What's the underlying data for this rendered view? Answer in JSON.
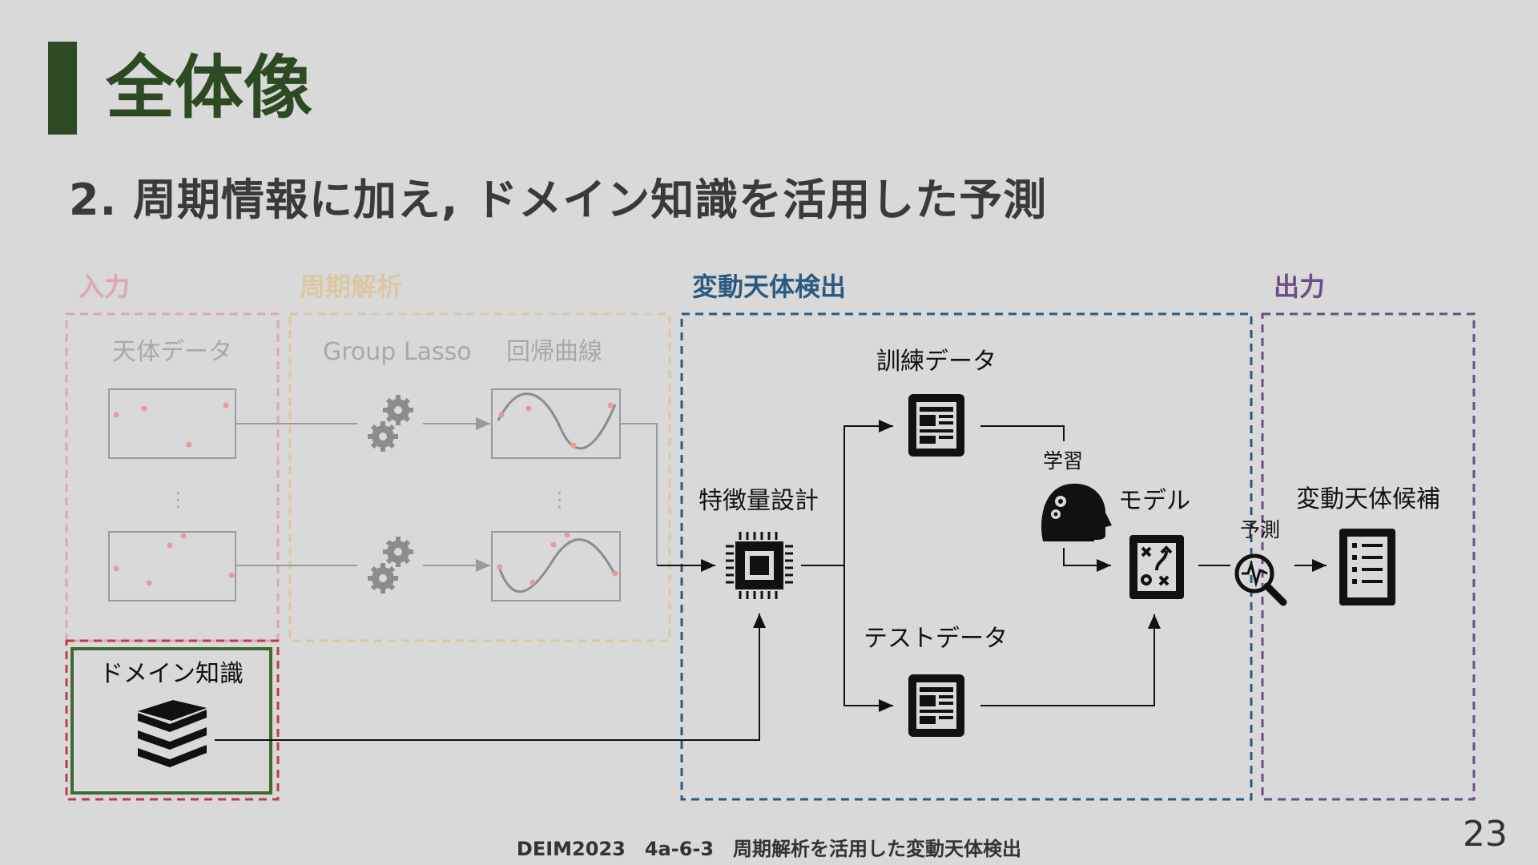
{
  "title": "全体像",
  "subtitle": "2. 周期情報に加え, ドメイン知識を活用した予測",
  "sections": {
    "input": "入力",
    "periodic": "周期解析",
    "detection": "変動天体検出",
    "output": "出力"
  },
  "labels": {
    "celestial_data": "天体データ",
    "group_lasso": "Group Lasso",
    "regression_curve": "回帰曲線",
    "vertical_ellipsis_1": "⋮",
    "vertical_ellipsis_2": "⋮",
    "domain_knowledge": "ドメイン知識",
    "feature_design": "特徴量設計",
    "train_data": "訓練データ",
    "test_data": "テストデータ",
    "learning": "学習",
    "model": "モデル",
    "prediction": "予測",
    "candidates": "変動天体候補"
  },
  "colors": {
    "title_green": "#2d4a23",
    "input_pink": "#d9a0a4",
    "periodic_tan": "#d9c4a2",
    "detection_blue": "#2b5a80",
    "output_purple": "#6b4e85",
    "domain_red": "#c23a4a",
    "domain_green": "#3f6a33"
  },
  "icons": [
    "gear-icon",
    "chip-icon",
    "newspaper-icon",
    "head-gears-icon",
    "strategy-board-icon",
    "magnifier-pulse-icon",
    "list-document-icon",
    "books-icon"
  ],
  "footer": "DEIM2023　4a-6-3　周期解析を活用した変動天体検出",
  "page_number": "23"
}
